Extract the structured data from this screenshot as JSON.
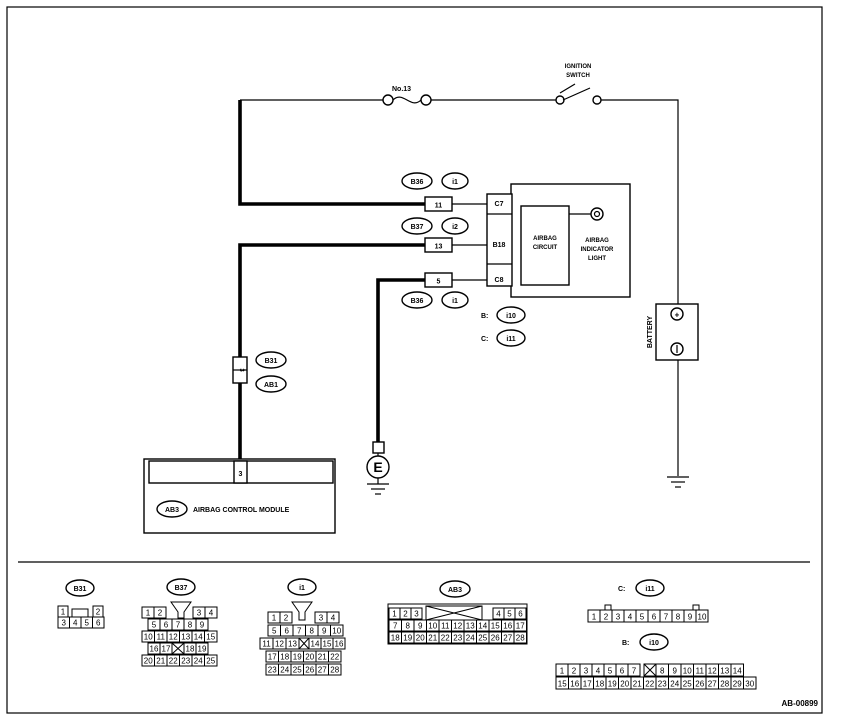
{
  "fuse_label": "No.13",
  "ignition_switch": {
    "line1": "IGNITION",
    "line2": "SWITCH"
  },
  "battery_label": "BATTERY",
  "battery_plus": "+",
  "battery_minus": "−",
  "ground_label": "E",
  "airbag_circuit": {
    "line1": "AIRBAG",
    "line2": "CIRCUIT"
  },
  "indicator_light": {
    "line1": "AIRBAG",
    "line2": "INDICATOR",
    "line3": "LIGHT"
  },
  "connector_tags": {
    "top_left": "B36",
    "top_right": "i1",
    "mid_left": "B37",
    "mid_right": "i2",
    "bot_left": "B36",
    "bot_right": "i1",
    "b31": "B31",
    "ab1": "AB1"
  },
  "wire_pins": {
    "top": "11",
    "mid": "13",
    "bot": "5",
    "vertical": "3",
    "module": "3"
  },
  "meter_pins": {
    "top": "C7",
    "mid": "B18",
    "bot": "C8"
  },
  "meter_conn": {
    "b_prefix": "B:",
    "b_tag": "i10",
    "c_prefix": "C:",
    "c_tag": "i11"
  },
  "module": {
    "tag": "AB3",
    "name": "AIRBAG CONTROL MODULE"
  },
  "footer": {
    "code": "AB-00899"
  },
  "connectors": {
    "b31": {
      "tag": "B31",
      "row1": [
        "1",
        "",
        "2"
      ],
      "row2": [
        "3",
        "4",
        "5",
        "6"
      ]
    },
    "b37": {
      "tag": "B37",
      "row1": [
        "1",
        "2",
        "3",
        "4"
      ],
      "row2": [
        "5",
        "6",
        "7",
        "8",
        "9"
      ],
      "row3": [
        "10",
        "11",
        "12",
        "13",
        "14",
        "15"
      ],
      "row4": [
        "16",
        "17",
        "18",
        "19"
      ],
      "row5": [
        "20",
        "21",
        "22",
        "23",
        "24",
        "25"
      ]
    },
    "i1": {
      "tag": "i1",
      "row1": [
        "1",
        "2",
        "3",
        "4"
      ],
      "row2": [
        "5",
        "6",
        "7",
        "8",
        "9",
        "10"
      ],
      "row3": [
        "11",
        "12",
        "13",
        "14",
        "15",
        "16"
      ],
      "row4": [
        "17",
        "18",
        "19",
        "20",
        "21",
        "22"
      ],
      "row5": [
        "23",
        "24",
        "25",
        "26",
        "27",
        "28"
      ]
    },
    "ab3": {
      "tag": "AB3",
      "row1": [
        "1",
        "2",
        "3",
        "4",
        "5",
        "6"
      ],
      "row2": [
        "7",
        "8",
        "9",
        "10",
        "11",
        "12",
        "13",
        "14",
        "15",
        "16",
        "17"
      ],
      "row3": [
        "18",
        "19",
        "20",
        "21",
        "22",
        "23",
        "24",
        "25",
        "26",
        "27",
        "28"
      ]
    },
    "i11": {
      "prefix": "C:",
      "tag": "i11",
      "row1": [
        "1",
        "2",
        "3",
        "4",
        "5",
        "6",
        "7",
        "8",
        "9",
        "10"
      ]
    },
    "i10": {
      "prefix": "B:",
      "tag": "i10",
      "row1": [
        "1",
        "2",
        "3",
        "4",
        "5",
        "6",
        "7",
        "8",
        "9",
        "10",
        "11",
        "12",
        "13",
        "14"
      ],
      "row2": [
        "15",
        "16",
        "17",
        "18",
        "19",
        "20",
        "21",
        "22",
        "23",
        "24",
        "25",
        "26",
        "27",
        "28",
        "29",
        "30"
      ]
    }
  }
}
